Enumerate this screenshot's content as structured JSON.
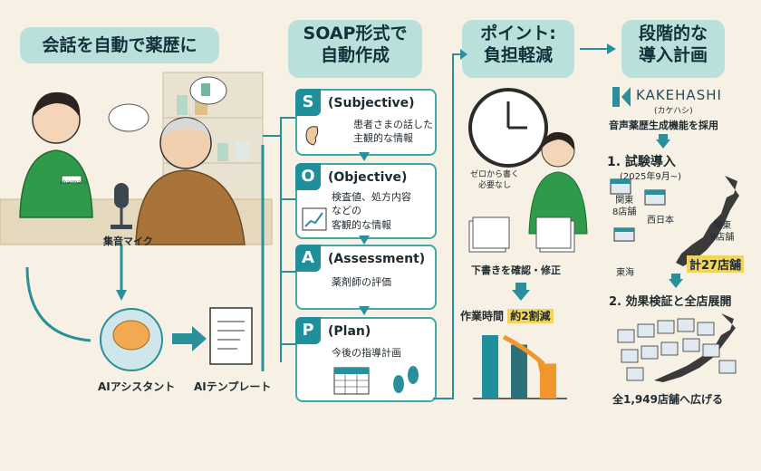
{
  "titles": {
    "col1": "会話を自動で薬歴に",
    "col2_line1": "SOAP形式で",
    "col2_line2": "自動作成",
    "col3_line1": "ポイント:",
    "col3_line2": "負担軽減",
    "col4_line1": "段階的な",
    "col4_line2": "導入計画"
  },
  "conversation": {
    "mic_label": "集音マイク",
    "ai_assistant": "AIアシスタント",
    "ai_template": "AIテンプレート",
    "pharmacy_badge": "pharmacy"
  },
  "soap": [
    {
      "letter": "S",
      "title": "(Subjective)",
      "lines": [
        "患者さまの話した",
        "主観的な情報"
      ]
    },
    {
      "letter": "O",
      "title": "(Objective)",
      "lines": [
        "検査値、処方内容",
        "などの",
        "客観的な情報"
      ]
    },
    {
      "letter": "A",
      "title": "(Assessment)",
      "lines": [
        "薬剤師の評価"
      ]
    },
    {
      "letter": "P",
      "title": "(Plan)",
      "lines": [
        "今後の指導計画"
      ]
    }
  ],
  "burden": {
    "bubble_line1": "ゼロから書く",
    "bubble_line2": "必要なし",
    "review_label": "下書きを確認・修正",
    "work_time_label": "作業時間",
    "reduction_label": "約2割減"
  },
  "plan": {
    "company": "KAKEHASHI",
    "company_kana": "(カケハシ)",
    "adopt_text": "音声薬歴生成機能を採用",
    "step1_title": "1. 試験導入",
    "step1_date": "(2025年9月~)",
    "regions": [
      {
        "name": "関東",
        "count": "8店舗"
      },
      {
        "name": "西日本",
        "count": ""
      },
      {
        "name": "関東",
        "count": "9店舗"
      },
      {
        "name": "東海",
        "count": ""
      }
    ],
    "total_label": "計27店舗",
    "step2_title": "2. 効果検証と全店展開",
    "final_text": "全1,949店舗へ広げる"
  },
  "colors": {
    "teal": "#3fa9a4",
    "teal_dark": "#1f8f9c",
    "title_bg": "#b9e0db",
    "bg": "#f6f1e4",
    "green_uniform": "#2f9a4a",
    "highlight": "#f2d35b",
    "orange": "#f0962d"
  },
  "chart_data": {
    "type": "bar",
    "categories": [
      "",
      "",
      ""
    ],
    "values": [
      100,
      85,
      55
    ]
  }
}
